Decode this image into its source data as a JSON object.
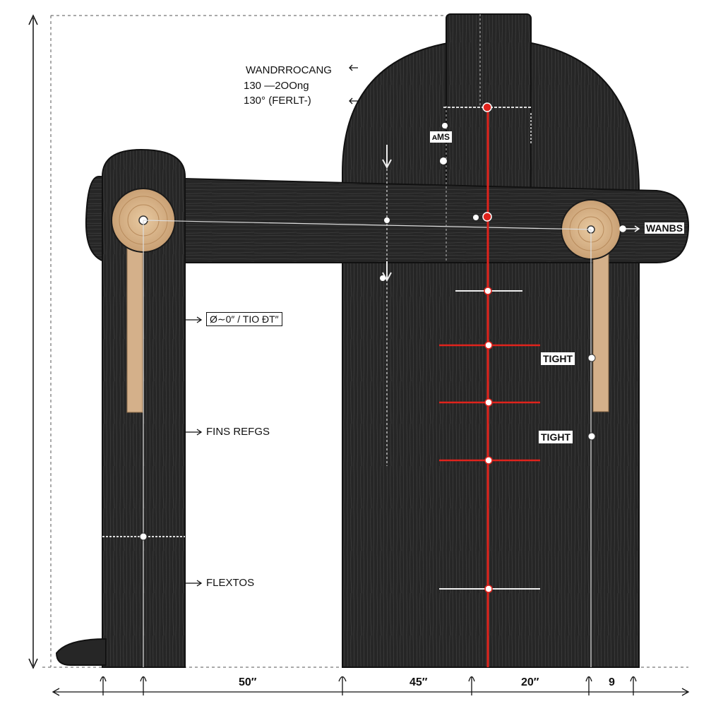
{
  "annotations": {
    "top_line_1": "WANDRROCANG",
    "top_line_2": "130 —2OOng",
    "top_line_3": "130°  (FERLT-)",
    "vert_tag": "ᴀMS",
    "side_tag": "WANBS",
    "angle_box": "Ø∼0″ / TIO ĐT″",
    "fins_label": "FINS REFGS",
    "flex_label": "FLEXTOS",
    "tight_1": "TIGHT",
    "tight_2": "TIGHT"
  },
  "dimensions": {
    "dim_1": "50″",
    "dim_2": "45″",
    "dim_3": "20″",
    "dim_4": "9"
  },
  "colors": {
    "wood_dark": "#262626",
    "wood_grain": "#3a3a3a",
    "wood_light": "#d8b48a",
    "wood_light_ring": "#b88b5c",
    "red_line": "#e0231c",
    "ink": "#111111"
  }
}
